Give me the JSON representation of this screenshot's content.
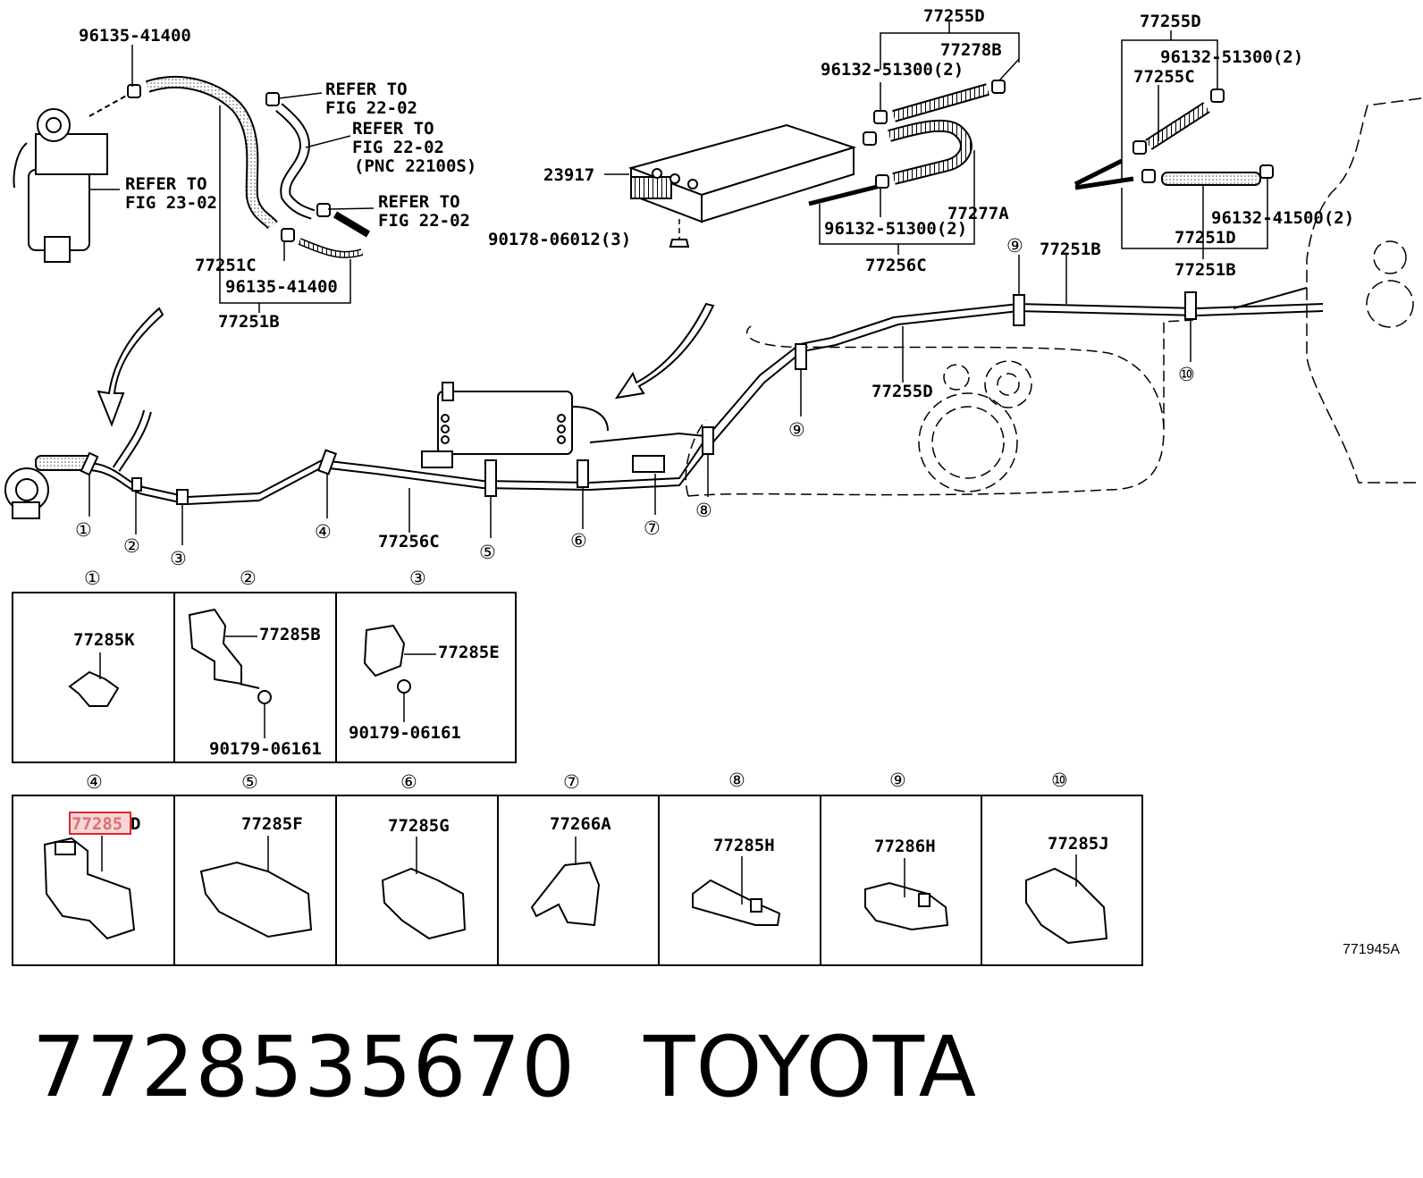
{
  "top_labels": {
    "p96135_top": "96135-41400",
    "refer_2302_a": "REFER TO",
    "refer_2302_b": "FIG 23-02",
    "refer_2202_1a": "REFER TO",
    "refer_2202_1b": "FIG 22-02",
    "refer_2202_2a": "REFER TO",
    "refer_2202_2b": "FIG 22-02",
    "refer_2202_2c": "(PNC 22100S)",
    "refer_2202_3a": "REFER TO",
    "refer_2202_3b": "FIG 22-02",
    "p77251c": "77251C",
    "p96135_bot": "96135-41400",
    "p77251b_left": "77251B",
    "p77255d_mid": "77255D",
    "p77278b": "77278B",
    "p96132_mid_top": "96132-51300(2)",
    "p23917": "23917",
    "p90178": "90178-06012(3)",
    "p96132_mid_bot": "96132-51300(2)",
    "p77277a": "77277A",
    "p77256c_top": "77256C",
    "p77255d_right": "77255D",
    "p96132_right": "96132-51300(2)",
    "p77255c": "77255C",
    "p96132_41500": "96132-41500(2)",
    "p77251d": "77251D",
    "p77251b_right": "77251B",
    "p77251b_pipe": "77251B",
    "p77255d_pipe": "77255D",
    "p77256c_pipe": "77256C"
  },
  "callouts": [
    "①",
    "②",
    "③",
    "④",
    "⑤",
    "⑥",
    "⑦",
    "⑧",
    "⑨",
    "⑩"
  ],
  "detail_row1": [
    {
      "num": "①",
      "part": "77285K"
    },
    {
      "num": "②",
      "part": "77285B",
      "nut": "90179-06161"
    },
    {
      "num": "③",
      "part": "77285E",
      "nut": "90179-06161"
    }
  ],
  "detail_row2": [
    {
      "num": "④",
      "part_highlight": "77285",
      "part_suffix": "D"
    },
    {
      "num": "⑤",
      "part": "77285F"
    },
    {
      "num": "⑥",
      "part": "77285G"
    },
    {
      "num": "⑦",
      "part": "77266A"
    },
    {
      "num": "⑧",
      "part": "77285H"
    },
    {
      "num": "⑨",
      "part": "77286H"
    },
    {
      "num": "⑩",
      "part": "77285J"
    }
  ],
  "highlight_color": "#e0262b",
  "figure_code": "771945A",
  "footer": {
    "part_number": "7728535670",
    "brand": "TOYOTA"
  }
}
